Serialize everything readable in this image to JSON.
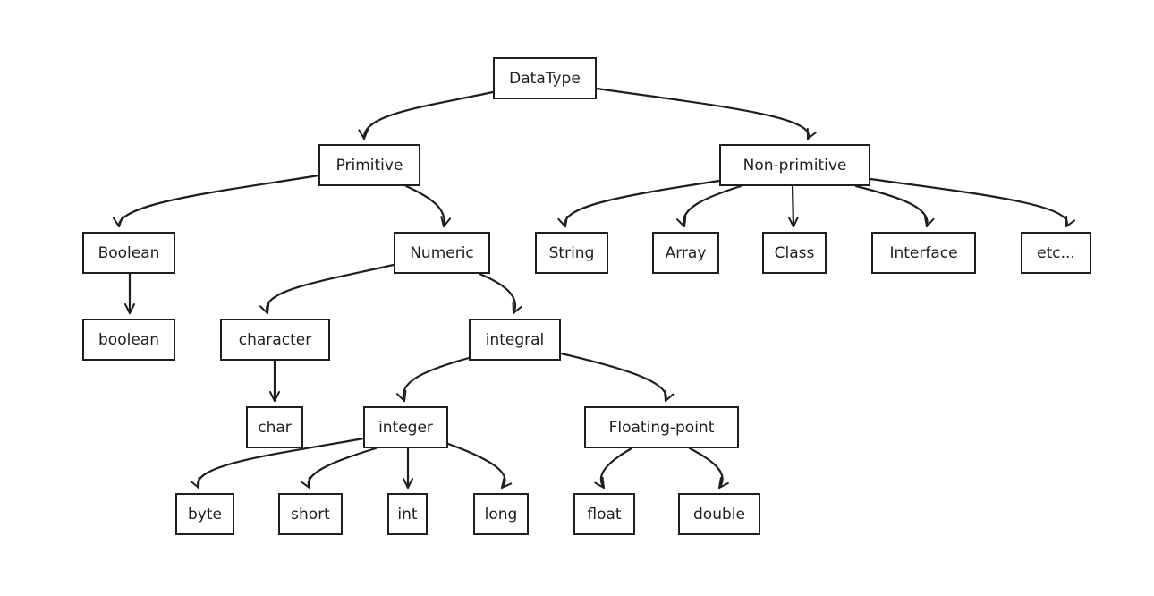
{
  "diagram": {
    "nodes": {
      "datatype": "DataType",
      "primitive": "Primitive",
      "non_primitive": "Non-primitive",
      "boolean": "Boolean",
      "numeric": "Numeric",
      "string": "String",
      "array": "Array",
      "class": "Class",
      "interface": "Interface",
      "etc": "etc...",
      "boolean_keyword": "boolean",
      "character": "character",
      "integral": "integral",
      "char": "char",
      "integer": "integer",
      "floating_point": "Floating-point",
      "byte": "byte",
      "short": "short",
      "int": "int",
      "long": "long",
      "float": "float",
      "double": "double"
    },
    "stroke_color": "#1e1e1e",
    "background_color": "#ffffff"
  }
}
